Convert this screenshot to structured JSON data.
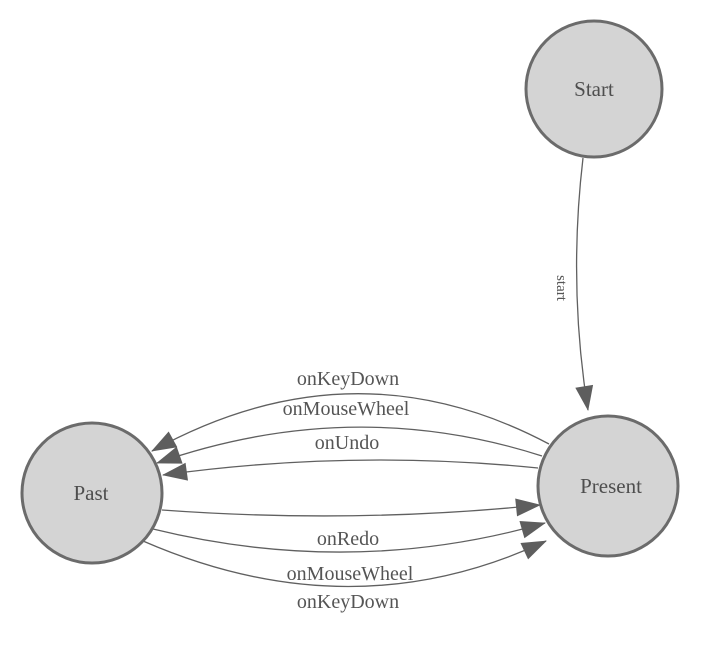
{
  "diagram": {
    "type": "state-machine",
    "nodes": [
      {
        "id": "start",
        "label": "Start"
      },
      {
        "id": "past",
        "label": "Past"
      },
      {
        "id": "present",
        "label": "Present"
      }
    ],
    "edges": [
      {
        "from": "Start",
        "to": "Present",
        "label": "start"
      },
      {
        "from": "Present",
        "to": "Past",
        "label": "onKeyDown"
      },
      {
        "from": "Present",
        "to": "Past",
        "label": "onMouseWheel"
      },
      {
        "from": "Present",
        "to": "Past",
        "label": "onUndo"
      },
      {
        "from": "Past",
        "to": "Present",
        "label": "onRedo"
      },
      {
        "from": "Past",
        "to": "Present",
        "label": "onMouseWheel"
      },
      {
        "from": "Past",
        "to": "Present",
        "label": "onKeyDown"
      }
    ],
    "colors": {
      "background": "#ffffff",
      "node_fill": "#d4d4d4",
      "node_stroke": "#6b6b6b",
      "edge_stroke": "#606060",
      "arrowhead_fill": "#5e5e5e",
      "label_text": "#4e4e4e"
    }
  }
}
